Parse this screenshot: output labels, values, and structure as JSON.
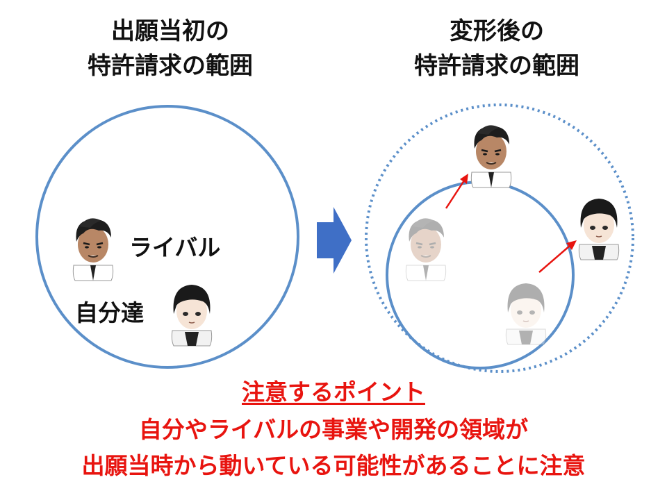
{
  "left_panel": {
    "title_line1": "出願当初の",
    "title_line2": "特許請求の範囲"
  },
  "right_panel": {
    "title_line1": "変形後の",
    "title_line2": "特許請求の範囲"
  },
  "labels": {
    "rival": "ライバル",
    "us": "自分達"
  },
  "note": {
    "heading": "注意するポイント",
    "line1": "自分やライバルの事業や開発の領域が",
    "line2": "出願当時から動いている可能性があることに注意"
  },
  "colors": {
    "circle": "#5b8fc9",
    "arrow_blue": "#3f6fc6",
    "red_arrow": "#e8140f",
    "note_text": "#e8140f"
  },
  "icons": {
    "rival": "rival-avatar-icon",
    "us": "self-avatar-icon",
    "transition": "right-arrow-icon"
  }
}
